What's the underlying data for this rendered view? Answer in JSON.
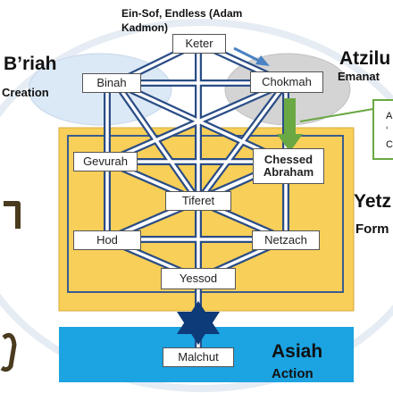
{
  "top_caption": {
    "line1": "Ein-Sof, Endless (Adam",
    "line2": "Kadmon)"
  },
  "worlds": {
    "briah": {
      "name": "B’riah",
      "sub": "Creation"
    },
    "atziluth": {
      "name": "Atzilu",
      "sub": "Emanat"
    },
    "yetzirah": {
      "name": "Yetz",
      "sub": "Form"
    },
    "asiah": {
      "name": "Asiah",
      "sub": "Action"
    }
  },
  "sefirot": {
    "keter": "Keter",
    "binah": "Binah",
    "chokmah": "Chokmah",
    "gevurah": "Gevurah",
    "chessed_line1": "Chessed",
    "chessed_line2": "Abraham",
    "tiferet": "Tiferet",
    "hod": "Hod",
    "netzach": "Netzach",
    "yessod": "Yessod",
    "malchut": "Malchut"
  },
  "callout": {
    "line1": "A",
    "line2": "‘",
    "line3": "C"
  },
  "colors": {
    "yellow": "#f8cf58",
    "cyan": "#1ba3e2",
    "path_blue": "#2a4d86",
    "ellipse_blue": "#dbe8f6",
    "ellipse_grey": "#d4d4d4",
    "green": "#6aa843",
    "star": "#0d3a78"
  },
  "icons": [
    "pointer-arrow-icon",
    "green-down-arrow-icon",
    "star-of-david-icon"
  ]
}
